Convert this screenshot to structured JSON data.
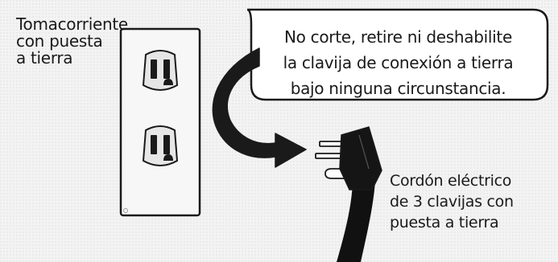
{
  "outlet_label": {
    "lines": [
      "Tomacorriente",
      "con puesta",
      "a tierra"
    ]
  },
  "warning": {
    "lines": [
      "No corte, retire ni deshabilite",
      "la clavija de conexión a tierra",
      "bajo ninguna circunstancia."
    ]
  },
  "cord_label": {
    "lines": [
      "Cordón eléctrico",
      "de 3 clavijas con",
      "puesta a tierra"
    ]
  },
  "colors": {
    "background": "#f3f3f3",
    "outline": "#1a1a1a",
    "outlet_plate": "#f7f7f7",
    "receptacle_face": "#e6e6e6",
    "slot": "#1a1a1a",
    "cord": "#111111",
    "plug_body": "#151515",
    "prong": "#ffffff",
    "callout_fill": "#ffffff"
  }
}
